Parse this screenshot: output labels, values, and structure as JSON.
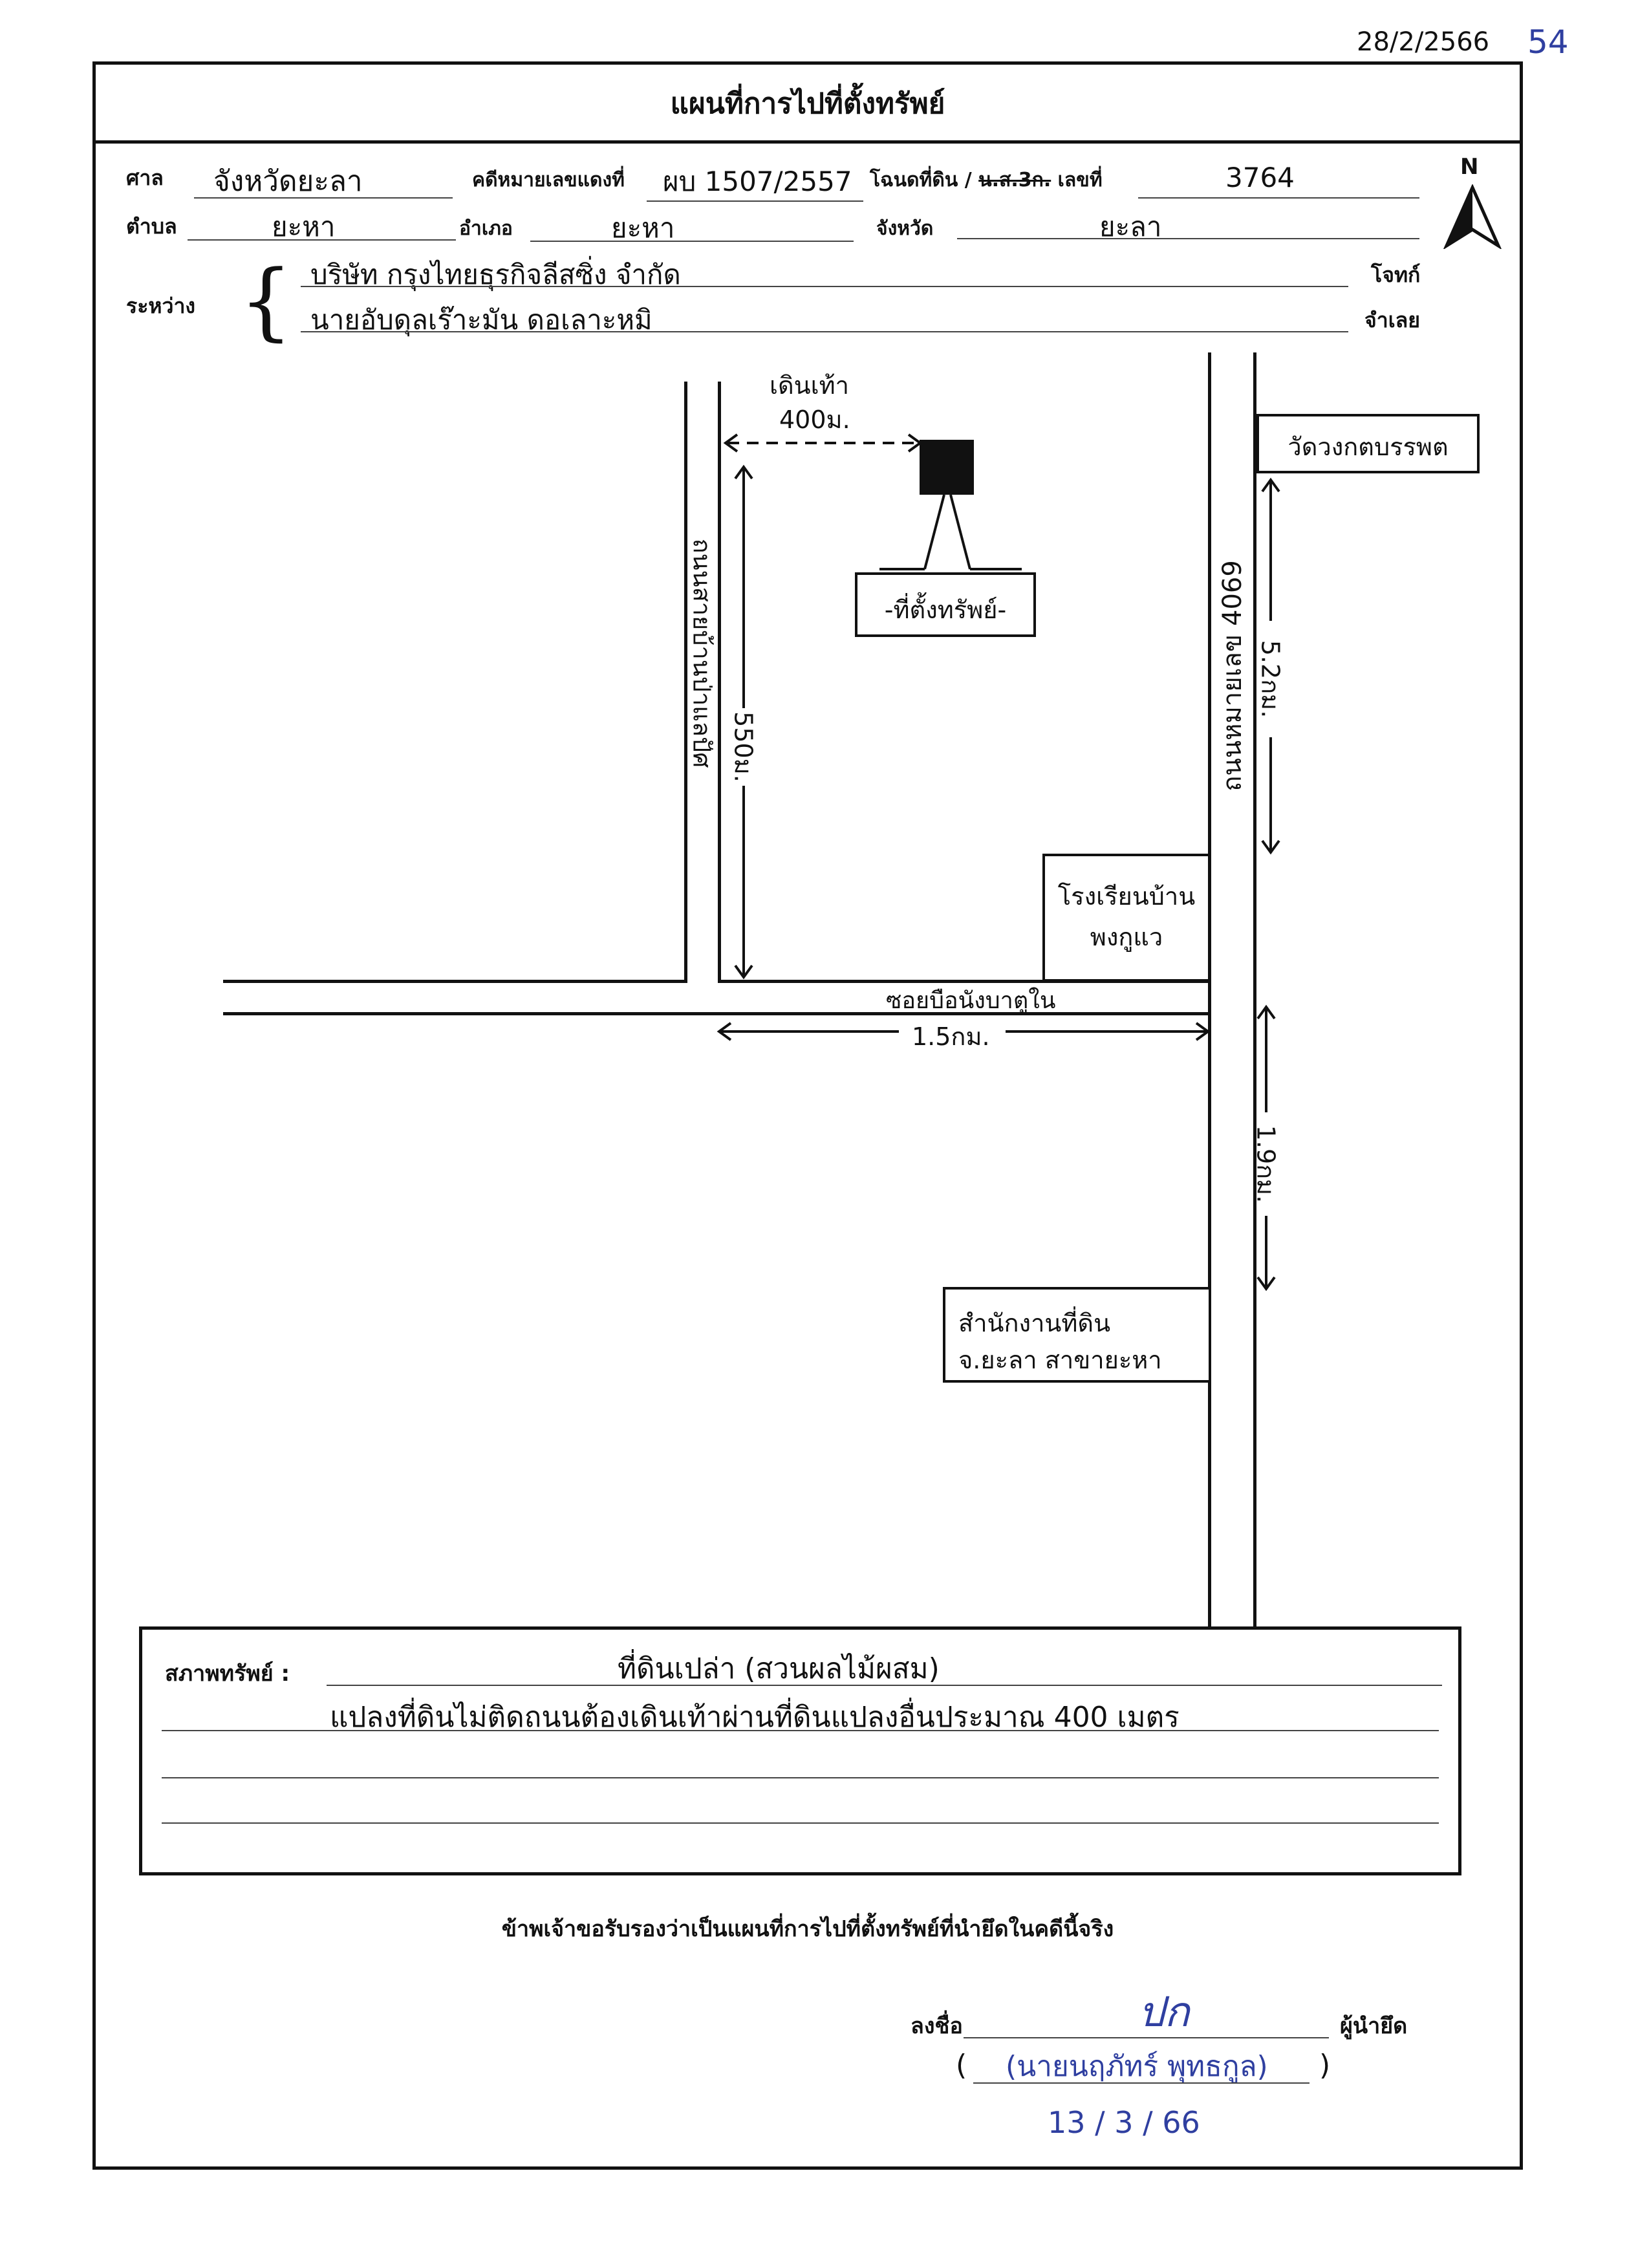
{
  "corner": {
    "date": "28/2/2566",
    "page_no": "54"
  },
  "title": "แผนที่การไปที่ตั้งทรัพย์",
  "header": {
    "court_label": "ศาล",
    "court_value": "จังหวัดยะลา",
    "case_label": "คดีหมายเลขแดงที่",
    "case_value": "ผบ 1507/2557",
    "deed_label_prefix": "โฉนดที่ดิน /",
    "deed_label_struck": "น.ส.3ก.",
    "deed_label_suffix": "เลขที่",
    "deed_value": "3764",
    "subdistrict_label": "ตำบล",
    "subdistrict_value": "ยะหา",
    "district_label": "อำเภอ",
    "district_value": "ยะหา",
    "province_label": "จังหวัด",
    "province_value": "ยะลา",
    "between_label": "ระหว่าง",
    "plaintiff_value": "บริษัท กรุงไทยธุรกิจลีสซิ่ง จำกัด",
    "plaintiff_label": "โจทก์",
    "defendant_value": "นายอับดุลเร๊าะมัน ดอเลาะหมิ",
    "defendant_label": "จำเลย",
    "north": "N"
  },
  "map": {
    "walk_label": "เดินเท้า",
    "walk_distance": "400ม.",
    "property_label": "-ที่ตั้งทรัพย์-",
    "road_left": "ถนนสายบ้านป่าแลปัศ",
    "road_left_distance": "550ม.",
    "road_right": "ถนนหมายเลข 4069",
    "temple": "วัดวงกตบรรพต",
    "temple_distance": "5.2กม.",
    "school_line1": "โรงเรียนบ้าน",
    "school_line2": "พงกูแว",
    "soi": "ซอยบือนังบาตูใน",
    "soi_distance": "1.5กม.",
    "office_distance": "1.9กม.",
    "office_line1": "สำนักงานที่ดิน",
    "office_line2": "จ.ยะลา สาขายะหา"
  },
  "condition": {
    "label": "สภาพทรัพย์ :",
    "line1": "ที่ดินเปล่า (สวนผลไม้ผสม)",
    "line2": "แปลงที่ดินไม่ติดถนนต้องเดินเท้าผ่านที่ดินแปลงอื่นประมาณ 400 เมตร"
  },
  "certify": "ข้าพเจ้าขอรับรองว่าเป็นแผนที่การไปที่ตั้งทรัพย์ที่นำยึดในคดีนี้จริง",
  "signature": {
    "sign_label": "ลงชื่อ",
    "sign_mark": "ปก",
    "role": "ผู้นำยึด",
    "open_paren": "(",
    "name": "(นายนฤภัทร์ พุทธกูล)",
    "close_paren": ")",
    "date": "13 / 3 / 66"
  }
}
